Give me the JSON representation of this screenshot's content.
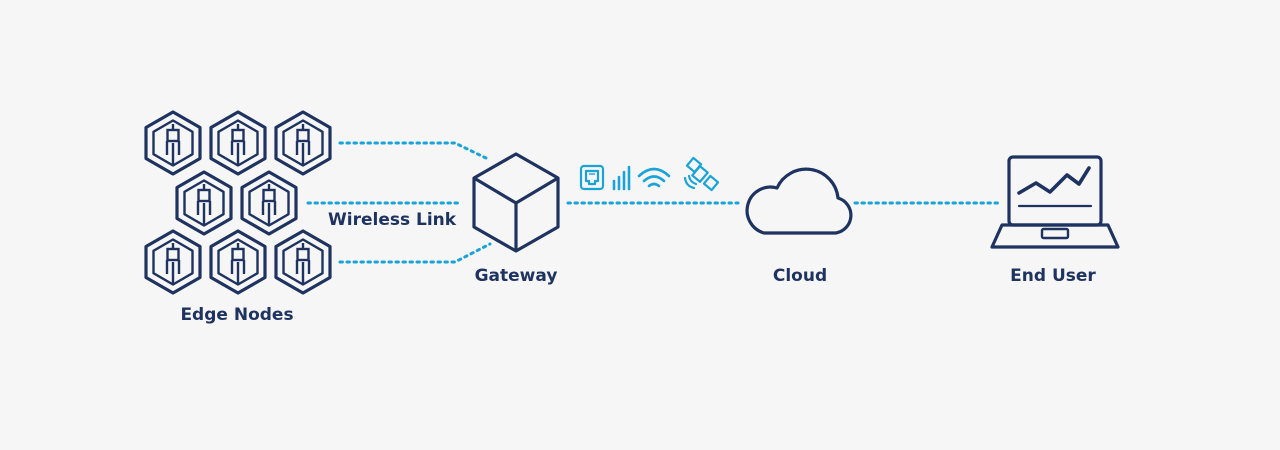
{
  "diagram": {
    "labels": {
      "edge_nodes": "Edge Nodes",
      "wireless_link": "Wireless Link",
      "gateway": "Gateway",
      "cloud": "Cloud",
      "end_user": "End User"
    },
    "icons": {
      "edge_node": "sensor-node-hexagon-icon",
      "gateway": "gateway-cube-icon",
      "ethernet": "ethernet-port-icon",
      "cellular": "cellular-signal-icon",
      "wifi": "wifi-icon",
      "satellite": "satellite-icon",
      "cloud": "cloud-icon",
      "end_user": "laptop-chart-icon"
    },
    "colors": {
      "primary": "#1f3361",
      "link": "#1aa3d9",
      "background": "#f6f6f6"
    }
  }
}
